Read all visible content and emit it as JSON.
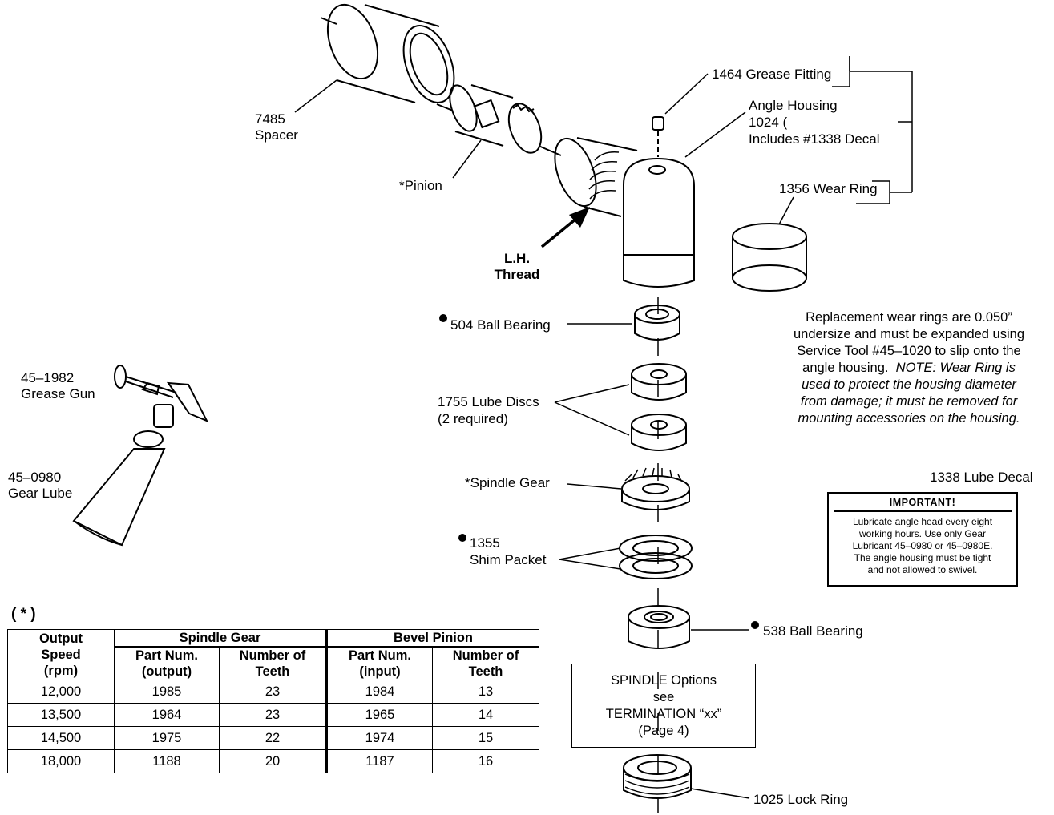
{
  "labels": {
    "spacer_num": "7485",
    "spacer_name": "Spacer",
    "pinion": "*Pinion",
    "lh_thread_1": "L.H.",
    "lh_thread_2": "Thread",
    "grease_fitting": "1464 Grease Fitting",
    "angle_housing_1": "Angle Housing",
    "angle_housing_2": "1024 (",
    "angle_housing_3": "Includes #1338 Decal",
    "wear_ring": "1356 Wear Ring",
    "ball_bearing_504": "504 Ball Bearing",
    "lube_discs_1": "1755 Lube Discs",
    "lube_discs_2": "(2 required)",
    "spindle_gear": "*Spindle Gear",
    "shim_num": "1355",
    "shim_name": "Shim Packet",
    "ball_bearing_538": "538 Ball Bearing",
    "lock_ring": "1025 Lock Ring",
    "grease_gun_num": "45–1982",
    "grease_gun_name": "Grease Gun",
    "gear_lube_num": "45–0980",
    "gear_lube_name": "Gear Lube",
    "lube_decal": "1338 Lube Decal",
    "table_marker": "( * )"
  },
  "note": {
    "line1": "Replacement wear rings are 0.050”",
    "line2": "undersize and must be expanded using",
    "line3": "Service Tool #45–1020 to slip onto the",
    "line4": "angle housing.",
    "italic1": "NOTE: Wear Ring is",
    "italic2": "used to protect the housing diameter",
    "italic3": "from damage; it must be removed for",
    "italic4": "mounting accessories on the housing."
  },
  "decal": {
    "header": "IMPORTANT!",
    "line1": "Lubricate angle head every eight",
    "line2": "working hours.  Use only Gear",
    "line3": "Lubricant 45–0980 or 45–0980E.",
    "line4": "The angle housing must be tight",
    "line5": "and not allowed to swivel."
  },
  "spindle_options": {
    "line1": "SPINDLE Options",
    "line2": "see",
    "line3": "TERMINATION “xx”",
    "line4": "(Page 4)"
  },
  "table": {
    "h_output_1": "Output",
    "h_output_2": "Speed",
    "h_output_3": "(rpm)",
    "h_spindle": "Spindle Gear",
    "h_bevel": "Bevel Pinion",
    "h_part_out_1": "Part Num.",
    "h_part_out_2": "(output)",
    "h_teeth_1": "Number of",
    "h_teeth_2": "Teeth",
    "h_part_in_1": "Part Num.",
    "h_part_in_2": "(input)",
    "rows": [
      [
        "12,000",
        "1985",
        "23",
        "1984",
        "13"
      ],
      [
        "13,500",
        "1964",
        "23",
        "1965",
        "14"
      ],
      [
        "14,500",
        "1975",
        "22",
        "1974",
        "15"
      ],
      [
        "18,000",
        "1188",
        "20",
        "1187",
        "16"
      ]
    ]
  }
}
